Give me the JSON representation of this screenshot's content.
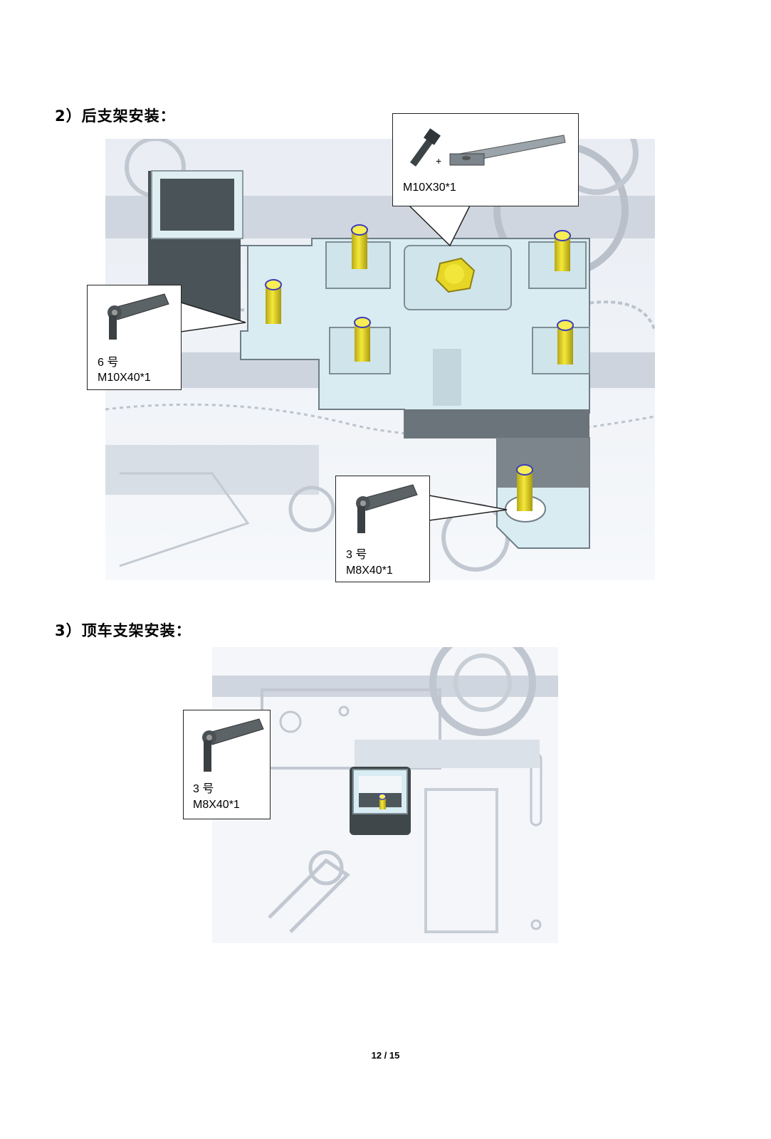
{
  "section2": {
    "heading": "2）后支架安装：",
    "callouts": {
      "top": {
        "part": "M10X30*1",
        "plus": "+"
      },
      "left": {
        "number": "6 号",
        "part": "M10X40*1"
      },
      "bottom": {
        "number": "3 号",
        "part": "M8X40*1"
      }
    }
  },
  "section3": {
    "heading": "3）顶车支架安装：",
    "callout": {
      "number": "3 号",
      "part": "M8X40*1"
    }
  },
  "footer": {
    "page": "12 / 15"
  },
  "colors": {
    "bolt": "#f0e12a",
    "bracket": "#d9ecf2",
    "dark": "#4a5358",
    "sketch": "#c4cad2"
  }
}
